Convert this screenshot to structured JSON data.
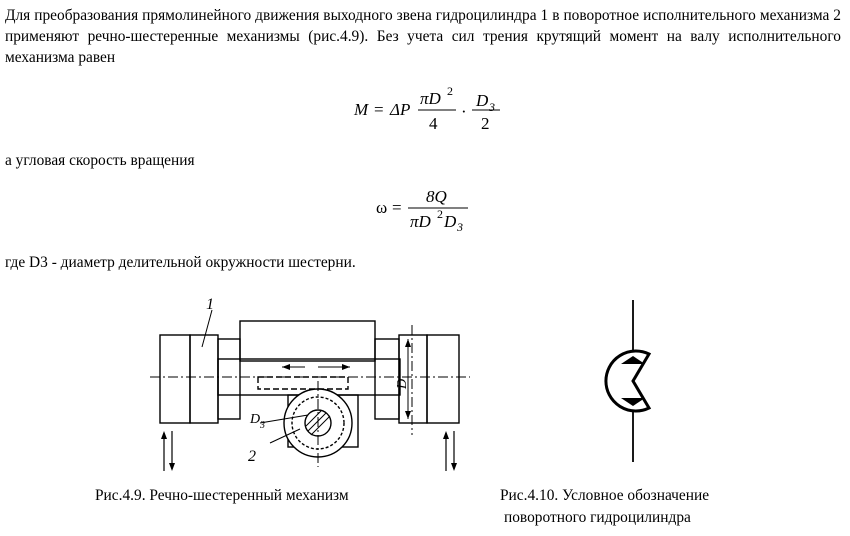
{
  "paragraphs": {
    "p1": "Для преобразования прямолинейного движения выходного звена гидроцилиндра 1 в поворотное исполнительного механизма 2 применяют речно-шестеренные механизмы (рис.4.9). Без учета сил трения крутящий момент на валу исполнительного механизма равен",
    "p2": "а угловая скорость вращения",
    "p3": "где D3 - диаметр делительной окружности шестерни."
  },
  "formula1": {
    "lhs": "M",
    "eq": "=",
    "delta_p": "ΔP",
    "num1": "πD",
    "exp": "2",
    "den1": "4",
    "dot": "·",
    "num2": "D",
    "sub": "3",
    "den2": "2"
  },
  "formula2": {
    "lhs": "ω",
    "eq": "=",
    "num": "8Q",
    "den_pi": "πD",
    "den_exp": "2",
    "den_d": "D",
    "den_sub": "3"
  },
  "figure1": {
    "label_1": "1",
    "label_2": "2",
    "label_D": "D",
    "label_D3": "D",
    "label_D3_sub": "3"
  },
  "captions": {
    "fig1": "Рис.4.9. Речно-шестеренный механизм",
    "fig2_line1": "Рис.4.10. Условное обозначение",
    "fig2_line2": "поворотного гидроцилиндра"
  }
}
